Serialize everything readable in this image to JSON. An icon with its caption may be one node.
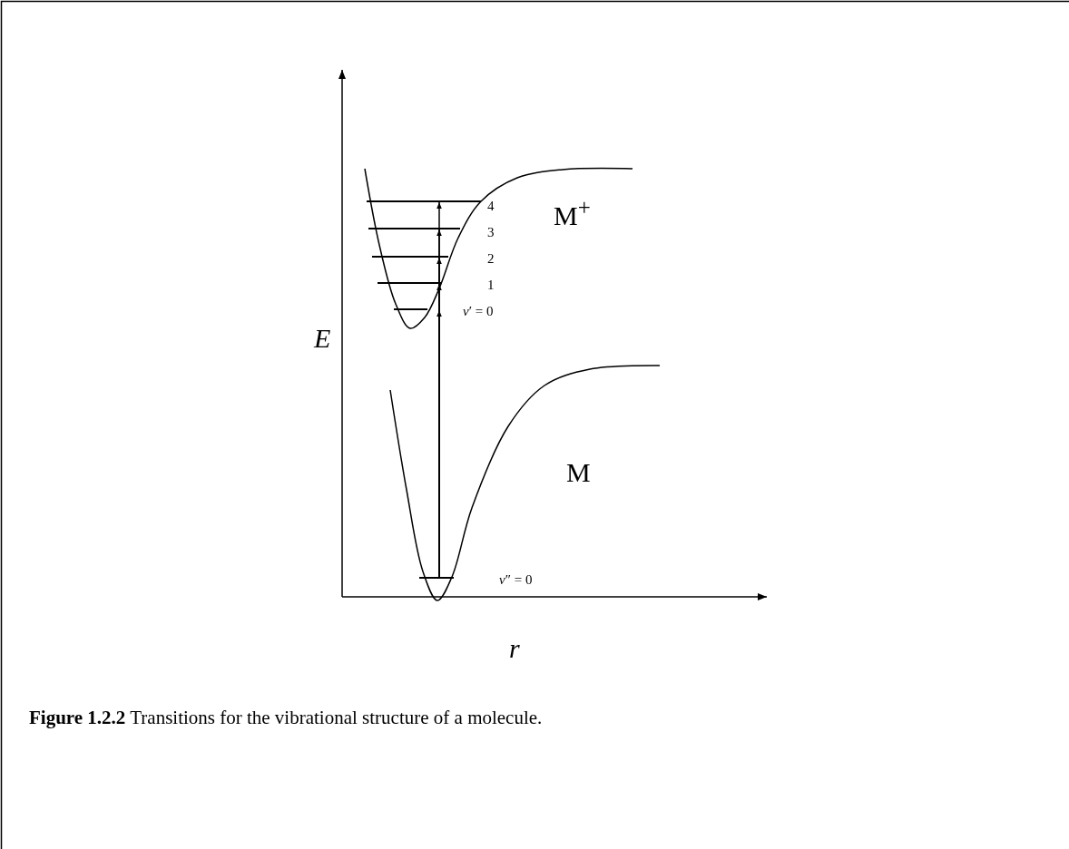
{
  "diagram": {
    "caption": "**Figure 1.2.2** Transitions for the vibrational structure of a molecule.",
    "nodes": [
      {
        "text": [],
        "shape": "bar",
        "beside": [
          "*v*″ = 0"
        ]
      },
      {
        "text": [],
        "shape": "bar",
        "beside": [
          "*v*′ = 0"
        ]
      },
      {
        "text": [],
        "shape": "bar",
        "beside": [
          "1"
        ]
      },
      {
        "text": [],
        "shape": "bar",
        "beside": [
          "2"
        ]
      },
      {
        "text": [],
        "shape": "bar",
        "beside": [
          "3"
        ]
      },
      {
        "text": [],
        "shape": "bar",
        "beside": [
          "4"
        ]
      }
    ],
    "edges": [
      {
        "from": 0,
        "to": 1,
        "arrow": "to"
      },
      {
        "from": 0,
        "to": 2,
        "arrow": "to"
      },
      {
        "from": 0,
        "to": 3,
        "arrow": "to"
      },
      {
        "from": 0,
        "to": 4,
        "arrow": "to"
      },
      {
        "from": 0,
        "to": 5,
        "arrow": "to"
      }
    ],
    "labels": [
      "E",
      "M$^{+}$",
      "M",
      "r"
    ]
  }
}
